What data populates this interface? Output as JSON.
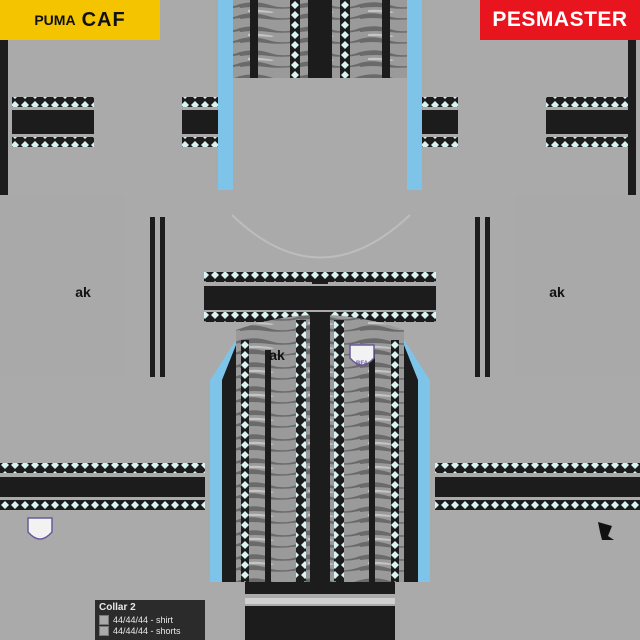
{
  "brand": {
    "left_logo": "PUMA",
    "left_text": "CAF",
    "right_text": "PESMASTER",
    "left_color": "#f5c400",
    "right_color": "#e8141e"
  },
  "kit": {
    "sponsor_mark": "ak",
    "badge_text": "BFA",
    "base_color": "#aaaaaa",
    "stripe_color": "#1c1c1c",
    "accent_color": "#7dc4e8",
    "diamond_color": "#d9f3f3"
  },
  "legend": {
    "title": "Collar 2",
    "shirt": "44/44/44 - shirt",
    "shorts": "44/44/44 - shorts"
  }
}
